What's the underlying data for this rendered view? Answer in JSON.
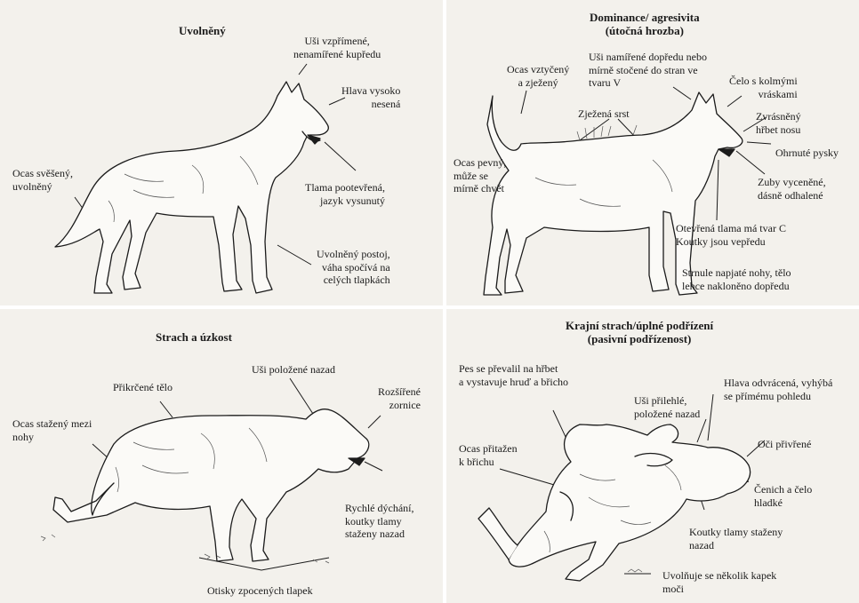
{
  "panels": {
    "relaxed": {
      "title": "Uvolněný",
      "labels": {
        "ears": [
          "Uši vzpřímené,",
          "nenamířené kupředu"
        ],
        "head": [
          "Hlava vysoko",
          "nesená"
        ],
        "tail": [
          "Ocas svěšený,",
          "uvolněný"
        ],
        "mouth": [
          "Tlama pootevřená,",
          "jazyk vysunutý"
        ],
        "stance": [
          "Uvolněný postoj,",
          "váha spočívá na",
          "celých tlapkách"
        ]
      }
    },
    "dominance": {
      "title": [
        "Dominance/ agresivita",
        "(útočná hrozba)"
      ],
      "labels": {
        "tail_up": [
          "Ocas vztyčený",
          "a zježený"
        ],
        "ears": [
          "Uši namířené dopředu nebo",
          "mírně stočené do stran ve",
          "tvaru V"
        ],
        "forehead": [
          "Čelo s kolmými",
          "vráskami"
        ],
        "hackles": [
          "Zježená srst"
        ],
        "nose": [
          "Zvrásněný",
          "hřbet nosu"
        ],
        "lips": [
          "Ohrnuté pysky"
        ],
        "tail_stiff": [
          "Ocas pevný,",
          "může se",
          "mírně chvět"
        ],
        "teeth": [
          "Zuby vyceněné,",
          "dásně odhalené"
        ],
        "mouth": [
          "Otevřená tlama má tvar C",
          "Koutky jsou vepředu"
        ],
        "legs": [
          "Strnule napjaté nohy, tělo",
          "lehce nakloněno dopředu"
        ]
      }
    },
    "fear": {
      "title": "Strach a úzkost",
      "labels": {
        "ears": [
          "Uši položené nazad"
        ],
        "body": [
          "Přikrčené tělo"
        ],
        "pupils": [
          "Rozšířené",
          "zornice"
        ],
        "tail": [
          "Ocas stažený mezi",
          "nohy"
        ],
        "breathing": [
          "Rychlé dýchání,",
          "koutky tlamy",
          "staženy nazad"
        ],
        "paws": [
          "Otisky zpocených tlapek"
        ]
      }
    },
    "submission": {
      "title": [
        "Krajní strach/úplné podřízení",
        "(pasivní podřízenost)"
      ],
      "labels": {
        "rolled": [
          "Pes se převalil na hřbet",
          "a vystavuje hruď a břicho"
        ],
        "head": [
          "Hlava odvrácená, vyhýbá",
          "se přímému pohledu"
        ],
        "ears": [
          "Uši přilehlé,",
          "položené nazad"
        ],
        "tail": [
          "Ocas přitažen",
          "k břichu"
        ],
        "eyes": [
          "Oči přivřené"
        ],
        "muzzle": [
          "Čenich a čelo",
          "hladké"
        ],
        "mouth": [
          "Koutky tlamy staženy",
          "nazad"
        ],
        "urine": [
          "Uvolňuje se několik kapek",
          "moči"
        ]
      }
    }
  }
}
